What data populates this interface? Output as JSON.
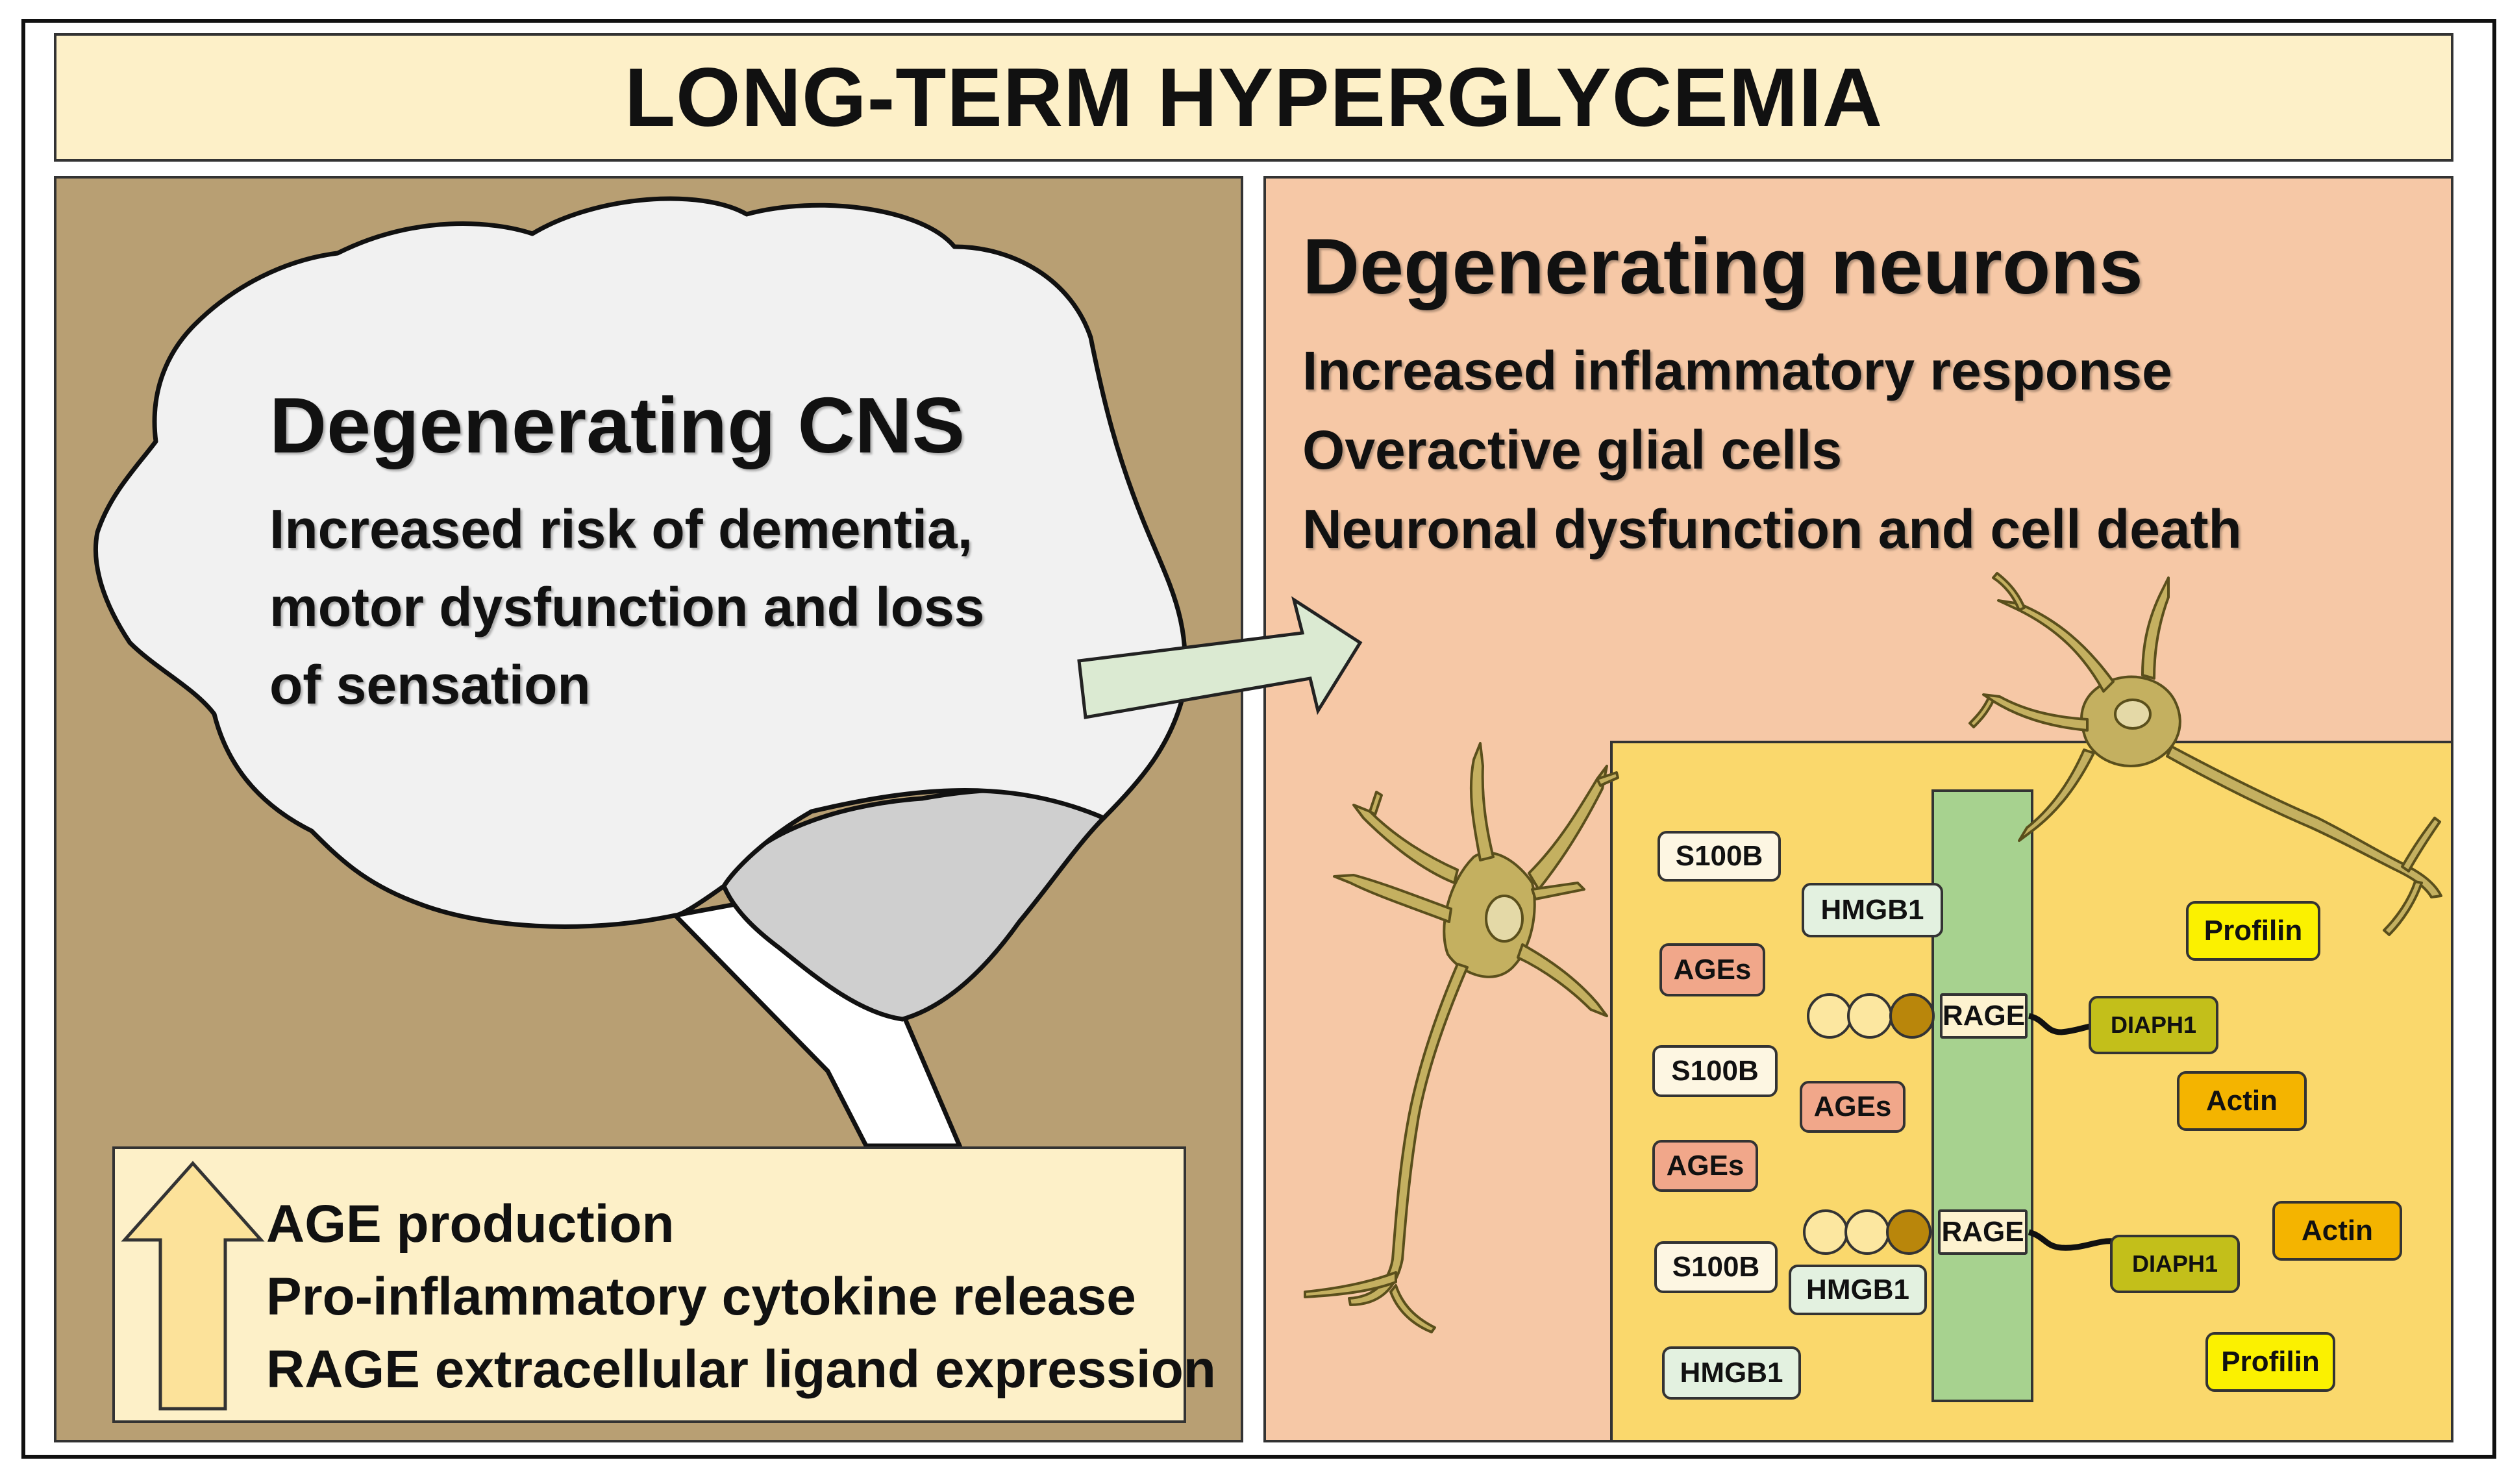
{
  "title": "LONG-TERM HYPERGLYCEMIA",
  "left_panel": {
    "heading": "Degenerating CNS",
    "description": "Increased risk of dementia,\nmotor dysfunction and loss\nof sensation",
    "box_lines": [
      "AGE production",
      "Pro-inflammatory cytokine release",
      "RAGE extracellular ligand expression"
    ]
  },
  "right_panel": {
    "heading": "Degenerating neurons",
    "lines": [
      "Increased inflammatory response",
      "Overactive glial cells",
      "Neuronal dysfunction and cell death"
    ]
  },
  "molecules": {
    "s100b_1": "S100B",
    "hmgb1_1": "HMGB1",
    "ages_1": "AGEs",
    "s100b_2": "S100B",
    "ages_2": "AGEs",
    "ages_3": "AGEs",
    "s100b_3": "S100B",
    "hmgb1_2": "HMGB1",
    "hmgb1_3": "HMGB1",
    "rage_1": "RAGE",
    "rage_2": "RAGE",
    "diaph1_1": "DIAPH1",
    "diaph1_2": "DIAPH1",
    "profilin_1": "Profilin",
    "profilin_2": "Profilin",
    "actin_1": "Actin",
    "actin_2": "Actin"
  },
  "colors": {
    "title_bg": "#fdf0c8",
    "left_panel_bg": "#b89f73",
    "right_panel_bg": "#f6c8a6",
    "cell_bg": "#fad86c",
    "membrane": "#a7d28f",
    "neuron": "#c4b060",
    "arrow": "#dbead2"
  },
  "icons": [
    "brain-icon",
    "right-arrow-icon",
    "up-arrow-icon",
    "neuron-icon"
  ]
}
